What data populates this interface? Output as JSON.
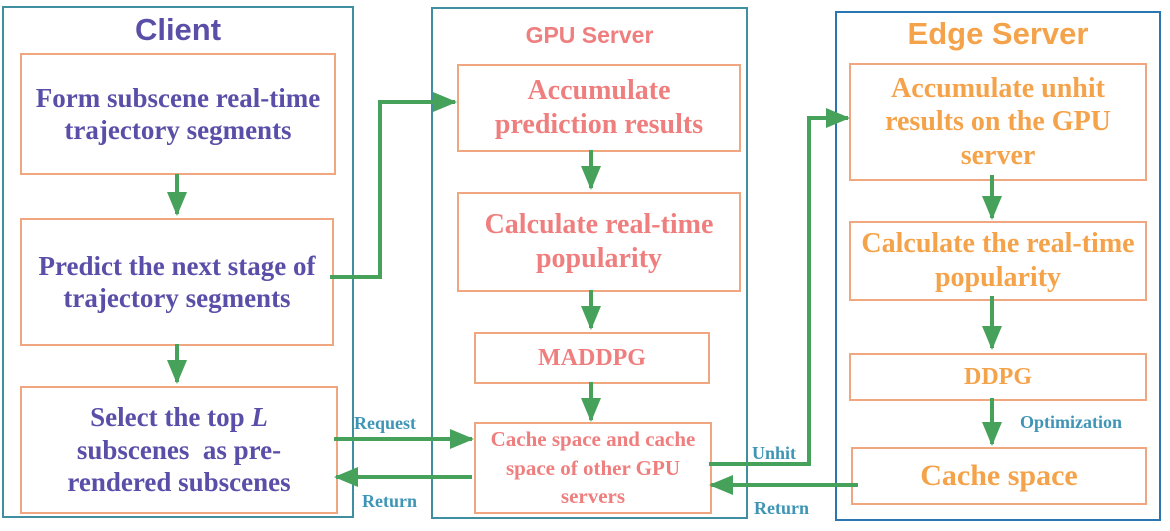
{
  "client": {
    "title": "Client",
    "nodes": [
      "Form subscene real-time trajectory segments",
      "Predict the next stage of trajectory segments",
      "Select the top L subscenes as pre-rendered subscenes"
    ]
  },
  "gpu": {
    "title": "GPU Server",
    "nodes": [
      "Accumulate prediction results",
      "Calculate real-time popularity",
      "MADDPG",
      "Cache space and cache space of other GPU servers"
    ]
  },
  "edge": {
    "title": "Edge Server",
    "nodes": [
      "Accumulate unhit results on the GPU server",
      "Calculate the real-time popularity",
      "DDPG",
      "Cache space"
    ]
  },
  "edges": {
    "request": "Request",
    "return_client": "Return",
    "unhit": "Unhit",
    "return_edge": "Return",
    "optimization": "Optimization"
  },
  "colors": {
    "panel_border": "#3f8fa0",
    "node_border": "#f0a77f",
    "arrow": "#46a15a",
    "client_text": "#5a4fa8",
    "gpu_text": "#ef7e7e",
    "edge_text": "#f5a34a",
    "label_text": "#3e95b5"
  }
}
